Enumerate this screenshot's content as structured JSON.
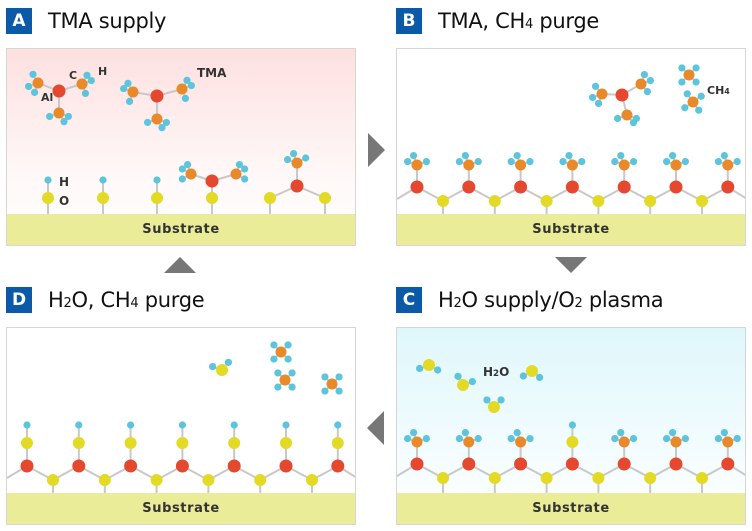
{
  "steps": [
    {
      "id": "A",
      "badge": "A",
      "title": "TMA supply",
      "background": "pink",
      "substrate_label": "Substrate",
      "annotations": {
        "al": "Al",
        "c": "C",
        "h": "H",
        "tma": "TMA",
        "surface_h": "H",
        "surface_o": "O"
      }
    },
    {
      "id": "B",
      "badge": "B",
      "title_main": "TMA, CH",
      "title_sub": "4",
      "title_tail": " purge",
      "background": "white",
      "substrate_label": "Substrate",
      "annotations": {
        "ch4_main": "CH",
        "ch4_sub": "4"
      }
    },
    {
      "id": "C",
      "badge": "C",
      "title_h": "H",
      "title_sub1": "2",
      "title_mid": "O supply/O",
      "title_sub2": "2",
      "title_tail": " plasma",
      "background": "cyan",
      "substrate_label": "Substrate",
      "annotations": {
        "h2o_h": "H",
        "h2o_sub": "2",
        "h2o_o": "O"
      }
    },
    {
      "id": "D",
      "badge": "D",
      "title_h": "H",
      "title_sub1": "2",
      "title_mid": "O, CH",
      "title_sub2": "4",
      "title_tail": " purge",
      "background": "white",
      "substrate_label": "Substrate"
    }
  ],
  "flow": [
    "A → B (right arrow)",
    "B → C (down arrow)",
    "C → D (left arrow)",
    "D → A (up arrow)"
  ],
  "colors": {
    "badge": "#0b5aa8",
    "aluminum": "#e5482f",
    "carbon": "#e8892a",
    "hydrogen": "#5cc4dc",
    "oxygen": "#e3da26",
    "bond": "#c8c8c8",
    "substrate": "#eaec98",
    "arrow": "#777777",
    "panel_a_bg_top": "#fde0e0",
    "panel_c_bg_top": "#dff7fc"
  },
  "diagram": {
    "panel_A": {
      "gas_molecules": [
        "TMA",
        "TMA"
      ],
      "surface_sites": [
        "OH",
        "OH",
        "OH",
        "O-Al(CH3)2",
        "O2-Al(CH3)"
      ]
    },
    "panel_B": {
      "gas_molecules": [
        "TMA",
        "CH4",
        "CH4"
      ],
      "surface_chain_sites": 7,
      "surface_termination": "CH3"
    },
    "panel_C": {
      "gas_molecules": [
        "H2O",
        "H2O",
        "H2O",
        "H2O"
      ],
      "surface_chain_sites": 7,
      "surface_termination": [
        "CH3",
        "CH3",
        "CH3",
        "OH",
        "CH3",
        "CH3",
        "CH3"
      ]
    },
    "panel_D": {
      "gas_molecules": [
        "H2O",
        "CH4",
        "CH4",
        "CH4"
      ],
      "surface_chain_sites": 7,
      "surface_termination": "OH"
    }
  }
}
